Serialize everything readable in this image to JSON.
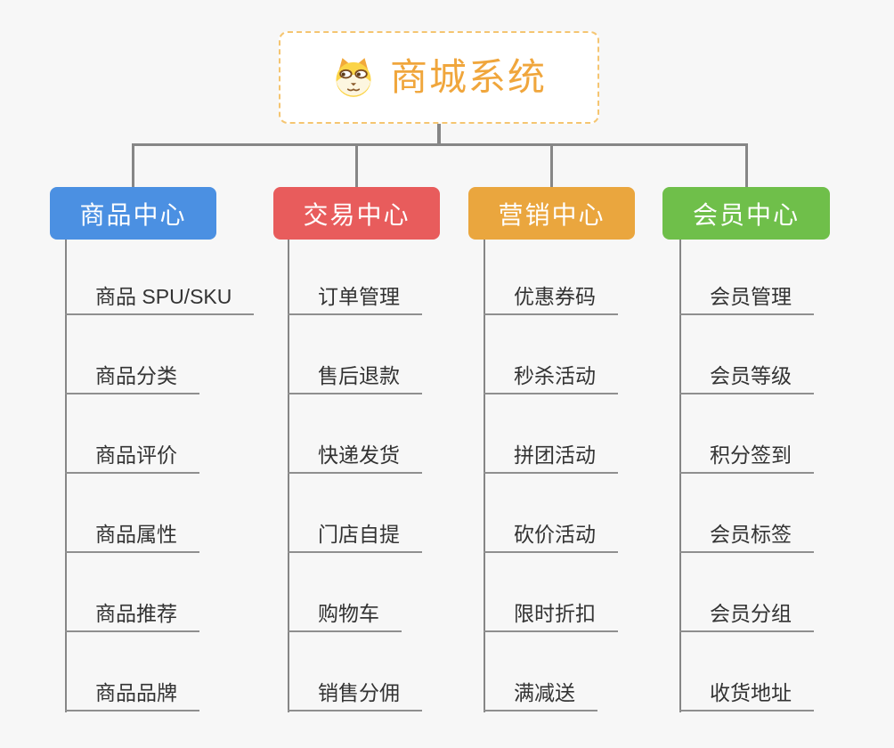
{
  "root": {
    "title": "商城系统",
    "icon": "shiba-dog-icon"
  },
  "branches": [
    {
      "label": "商品中心",
      "color": "#4B90E2",
      "items": [
        "商品 SPU/SKU",
        "商品分类",
        "商品评价",
        "商品属性",
        "商品推荐",
        "商品品牌"
      ]
    },
    {
      "label": "交易中心",
      "color": "#E85C5C",
      "items": [
        "订单管理",
        "售后退款",
        "快递发货",
        "门店自提",
        "购物车",
        "销售分佣"
      ]
    },
    {
      "label": "营销中心",
      "color": "#EAA63E",
      "items": [
        "优惠券码",
        "秒杀活动",
        "拼团活动",
        "砍价活动",
        "限时折扣",
        "满减送"
      ]
    },
    {
      "label": "会员中心",
      "color": "#6FBF4A",
      "items": [
        "会员管理",
        "会员等级",
        "积分签到",
        "会员标签",
        "会员分组",
        "收货地址"
      ]
    }
  ],
  "colors": {
    "background": "#F7F7F7",
    "connector": "#868686",
    "underline": "#8F8F8F",
    "item_text": "#333333",
    "root_accent": "#F0A63C",
    "root_border": "#F5C571"
  }
}
